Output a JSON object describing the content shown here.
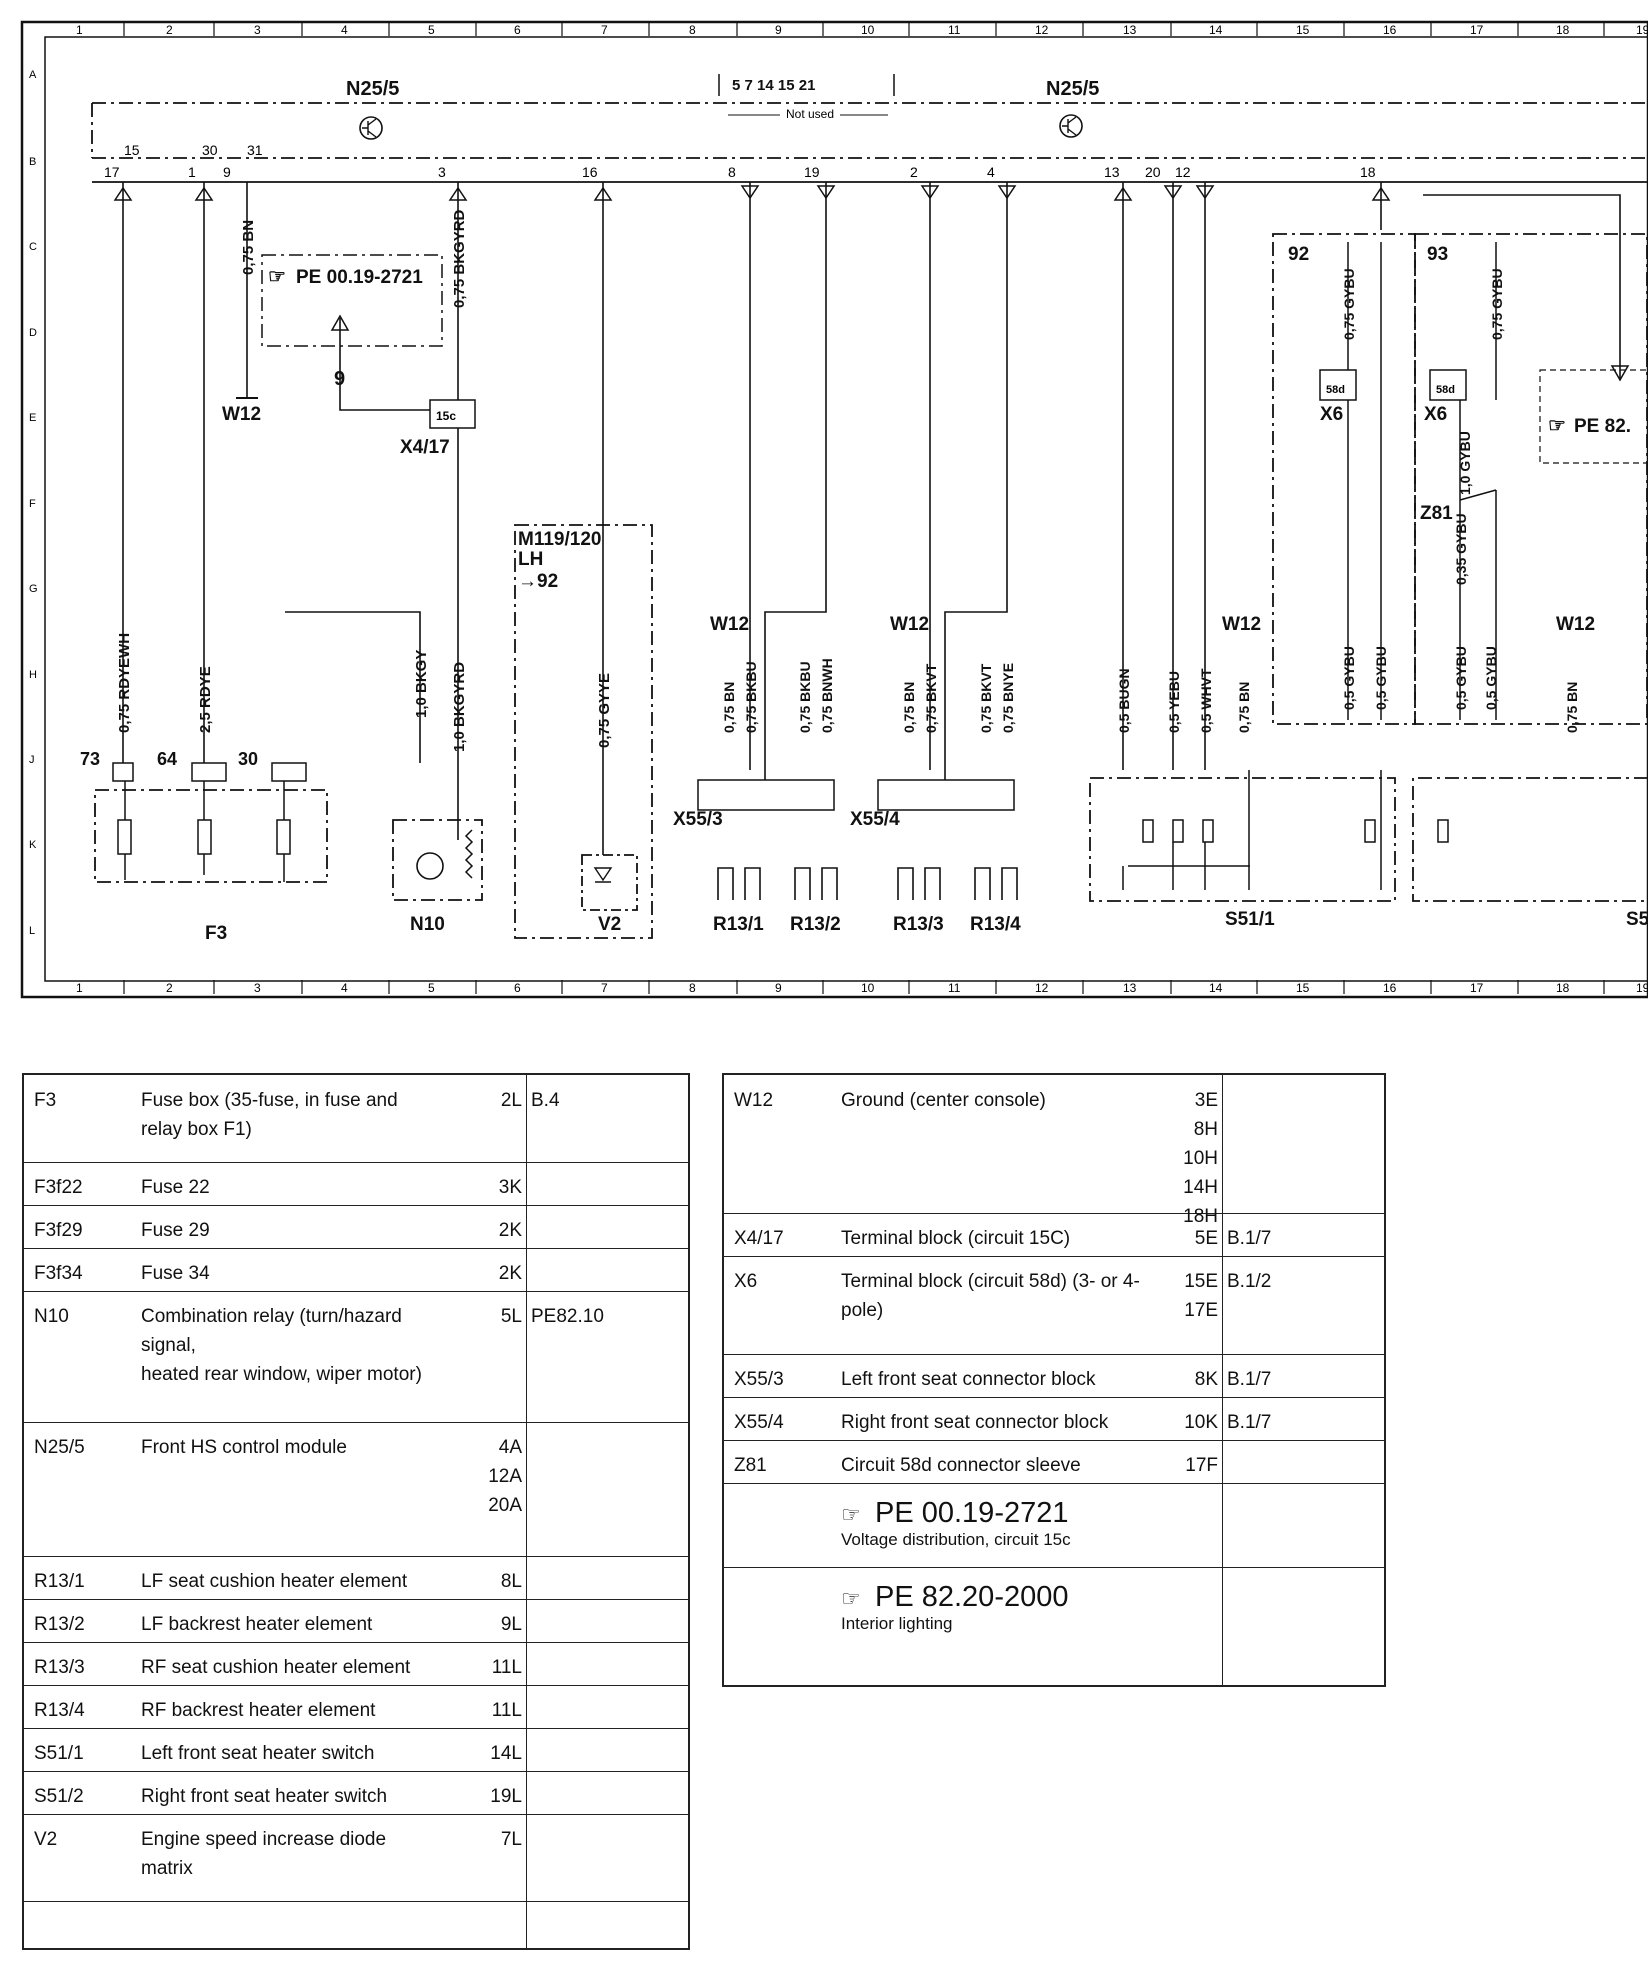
{
  "grid": {
    "columns": [
      "1",
      "2",
      "3",
      "4",
      "5",
      "6",
      "7",
      "8",
      "9",
      "10",
      "11",
      "12",
      "13",
      "14",
      "15",
      "16",
      "17",
      "18",
      "19"
    ],
    "rows": [
      "A",
      "B",
      "C",
      "D",
      "E",
      "F",
      "G",
      "H",
      "J",
      "K",
      "L"
    ]
  },
  "modules": {
    "n25_left": "N25/5",
    "n25_right": "N25/5",
    "not_used_pins": "5  7  14  15  21",
    "not_used_text": "Not used"
  },
  "pins": [
    "17",
    "15",
    "1",
    "30",
    "9",
    "31",
    "3",
    "16",
    "8",
    "19",
    "2",
    "4",
    "13",
    "20",
    "12",
    "18"
  ],
  "wires": {
    "w1": "0,75 RDYEWH",
    "w2": "2,5 RDYE",
    "w3": "0,75 BN",
    "w4": "0,75 BKGYRD",
    "w5": "1,0 BKGY",
    "w6": "1,0 BKGYRD",
    "w7": "0,75 GYYE",
    "w8a": "0,75 BN",
    "w8b": "0,75 BKBU",
    "w9a": "0,75 BKBU",
    "w9b": "0,75 BNWH",
    "w10a": "0,75 BN",
    "w10b": "0,75 BKVT",
    "w11a": "0,75 BKVT",
    "w11b": "0,75 BNYE",
    "w13": "0,5 BUGN",
    "w14a": "0,5 YEBU",
    "w14b": "0,5 WHVT",
    "w14c": "0,75 BN",
    "w18": "0,75 BN",
    "x6a": "0,75 GYBU",
    "x6b": "0,5 GYBU",
    "x6c": "0,5 GYBU",
    "x6d": "0,75 GYBU",
    "z81a": "1,0 GYBU",
    "z81b": "0,35 GYBU",
    "z81c": "0,5 GYBU",
    "z81d": "0,5 GYBU"
  },
  "components": {
    "pe_box": "PE 00.19-2721",
    "pe_right": "PE 82.",
    "w12": "W12",
    "x4_17": "X4/17",
    "f3": "F3",
    "n10": "N10",
    "m119": "M119/120",
    "lh": "LH",
    "ref92": "→92",
    "v2": "V2",
    "x55_3": "X55/3",
    "x55_4": "X55/4",
    "r13_1": "R13/1",
    "r13_2": "R13/2",
    "r13_3": "R13/3",
    "r13_4": "R13/4",
    "s51_1": "S51/1",
    "s51_2": "S5",
    "x6": "X6",
    "z81": "Z81",
    "c92": "92",
    "c93": "93",
    "t15c": "15c",
    "t58d": "58d",
    "nine": "9"
  },
  "legend_left": [
    {
      "code": "F3",
      "desc": "Fuse box (35-fuse, in fuse and relay box F1)",
      "loc": "2L",
      "ref": "B.4"
    },
    {
      "code": "F3f22",
      "desc": "Fuse 22",
      "loc": "3K",
      "ref": ""
    },
    {
      "code": "F3f29",
      "desc": "Fuse 29",
      "loc": "2K",
      "ref": ""
    },
    {
      "code": "F3f34",
      "desc": "Fuse 34",
      "loc": "2K",
      "ref": ""
    },
    {
      "code": "N10",
      "desc": "Combination relay (turn/hazard signal,\nheated rear window, wiper motor)",
      "loc": "5L",
      "ref": "PE82.10"
    },
    {
      "code": "N25/5",
      "desc": "Front HS control module",
      "loc": "4A\n12A\n20A",
      "ref": ""
    },
    {
      "code": "R13/1",
      "desc": "LF seat cushion heater element",
      "loc": "8L",
      "ref": ""
    },
    {
      "code": "R13/2",
      "desc": "LF backrest heater element",
      "loc": "9L",
      "ref": ""
    },
    {
      "code": "R13/3",
      "desc": "RF seat cushion heater element",
      "loc": "11L",
      "ref": ""
    },
    {
      "code": "R13/4",
      "desc": "RF backrest heater element",
      "loc": "11L",
      "ref": ""
    },
    {
      "code": "S51/1",
      "desc": "Left front seat heater switch",
      "loc": "14L",
      "ref": ""
    },
    {
      "code": "S51/2",
      "desc": "Right front seat heater switch",
      "loc": "19L",
      "ref": ""
    },
    {
      "code": "V2",
      "desc": "Engine speed increase diode matrix",
      "loc": "7L",
      "ref": ""
    },
    {
      "code": "",
      "desc": "",
      "loc": "",
      "ref": ""
    }
  ],
  "legend_right": [
    {
      "code": "W12",
      "desc": "Ground (center console)",
      "loc": "3E\n8H\n10H\n14H\n18H",
      "ref": ""
    },
    {
      "code": "X4/17",
      "desc": "Terminal block (circuit 15C)",
      "loc": "5E",
      "ref": "B.1/7"
    },
    {
      "code": "X6",
      "desc": "Terminal block (circuit 58d) (3- or 4-pole)",
      "loc": "15E\n17E",
      "ref": "B.1/2"
    },
    {
      "code": "X55/3",
      "desc": "Left front seat connector block",
      "loc": "8K",
      "ref": "B.1/7"
    },
    {
      "code": "X55/4",
      "desc": "Right front seat connector block",
      "loc": "10K",
      "ref": "B.1/7"
    },
    {
      "code": "Z81",
      "desc": "Circuit 58d connector sleeve",
      "loc": "17F",
      "ref": ""
    }
  ],
  "pe_refs": [
    {
      "code": "PE 00.19-2721",
      "desc": "Voltage distribution, circuit 15c"
    },
    {
      "code": "PE 82.20-2000",
      "desc": "Interior lighting"
    }
  ]
}
